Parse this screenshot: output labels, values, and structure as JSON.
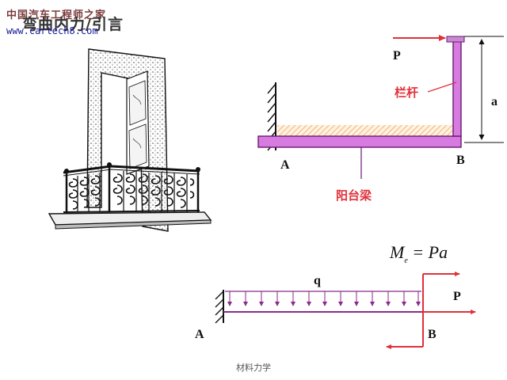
{
  "watermark": {
    "site_cn": "中国汽车工程师之家",
    "url": "www.cartech8.com"
  },
  "title": "弯曲内力/引言",
  "top_diagram": {
    "force_label": "P",
    "rod_label": "栏杆",
    "dimension_label": "a",
    "support_left_label": "A",
    "point_b_label": "B",
    "beam_label": "阳台梁"
  },
  "bottom_diagram": {
    "formula": {
      "lhs": "M",
      "sub": "e",
      "rhs": "= Pa"
    },
    "load_label": "q",
    "force_label": "P",
    "support_left_label": "A",
    "point_b_label": "B"
  },
  "footer": "材料力学",
  "colors": {
    "beam_fill": "#d77be0",
    "beam_stroke": "#6a1a70",
    "arrow_red": "#e0303a",
    "hatch_orange": "#f0a060",
    "line_purple": "#8a2a8a"
  }
}
